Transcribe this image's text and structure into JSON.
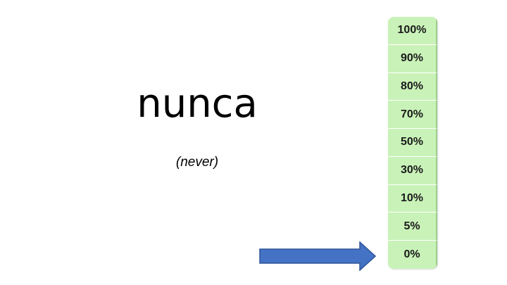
{
  "word": "nunca",
  "translation": "(never)",
  "scale": {
    "steps": [
      "100%",
      "90%",
      "80%",
      "70%",
      "50%",
      "30%",
      "10%",
      "5%",
      "0%"
    ],
    "selected": "0%"
  },
  "colors": {
    "scale_fill": "#c9f2b8",
    "arrow_fill": "#4472c4",
    "arrow_stroke": "#2f5597"
  },
  "icons": {
    "pointer": "right-arrow-icon"
  }
}
